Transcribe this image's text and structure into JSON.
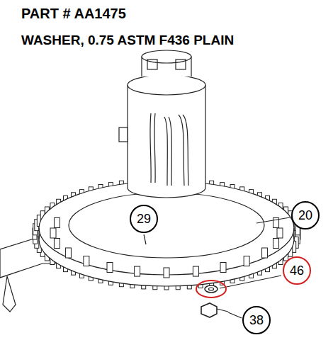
{
  "diagram": {
    "title": "PART # AA1475",
    "nodes": [
      {
        "text": [
          "29"
        ]
      },
      {
        "text": [
          "20"
        ]
      },
      {
        "text": [
          "46"
        ]
      },
      {
        "text": [
          "38"
        ]
      }
    ],
    "edges": [],
    "labels": [
      "WASHER, 0.75 ASTM F436 PLAIN"
    ]
  }
}
